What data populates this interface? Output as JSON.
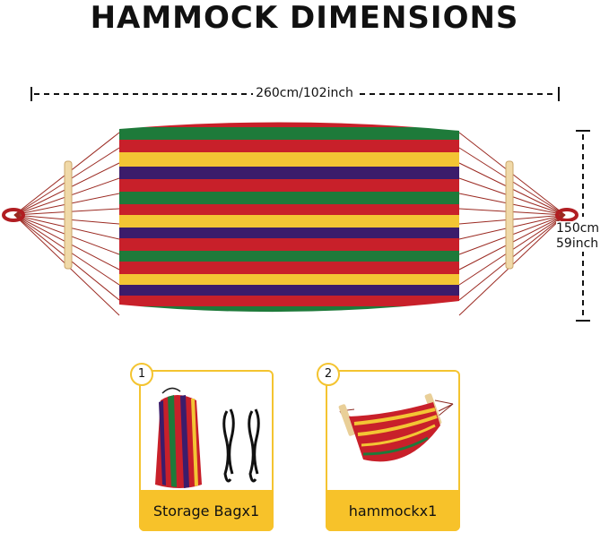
{
  "title": "HAMMOCK DIMENSIONS",
  "dimensions": {
    "length": "260cm/102inch",
    "width_cm": "150cm",
    "width_inch": "59inch"
  },
  "items": [
    {
      "number": "1",
      "label": "Storage Bagx1"
    },
    {
      "number": "2",
      "label": "hammockx1"
    }
  ],
  "colors": {
    "accent": "#f7c22a",
    "stripe_red": "#c8202a",
    "stripe_green": "#1e7a3a",
    "stripe_yellow": "#f3c534",
    "stripe_purple": "#3b1c6b"
  }
}
